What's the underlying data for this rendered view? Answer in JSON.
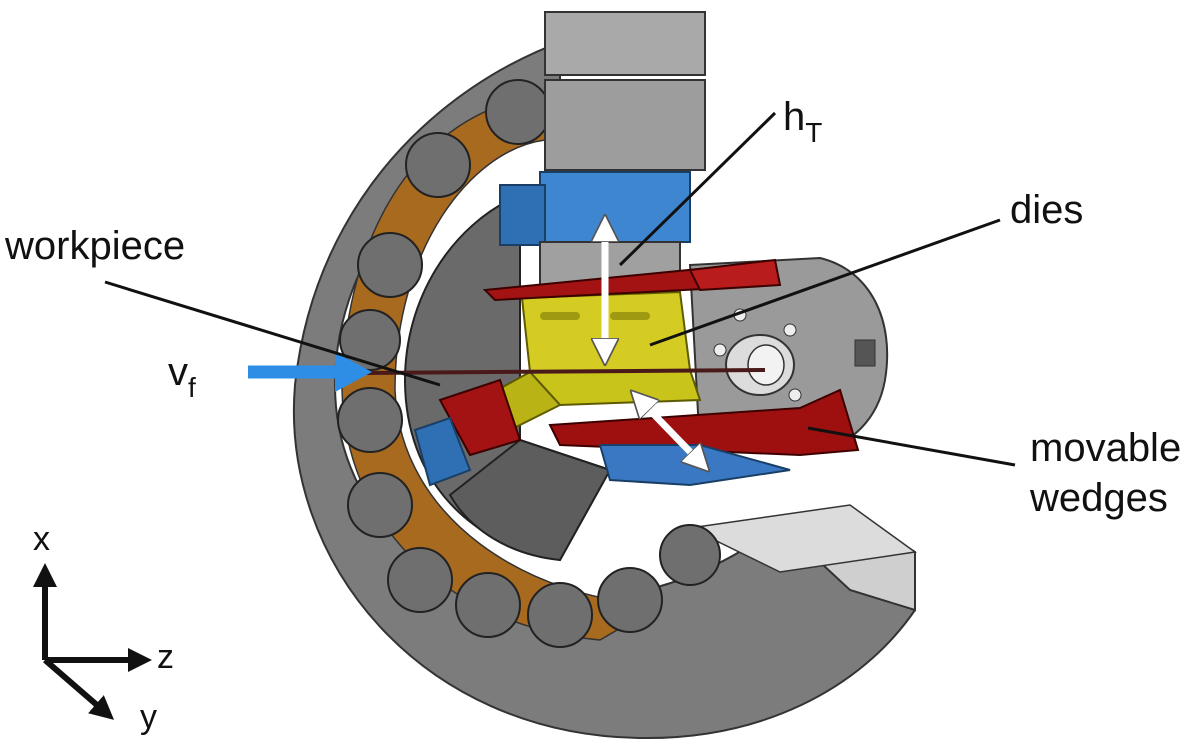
{
  "labels": {
    "h_main": "h",
    "h_sub": "T",
    "dies": "dies",
    "workpiece": "workpiece",
    "v_main": "v",
    "v_sub": "f",
    "movable": "movable",
    "wedges": "wedges"
  },
  "axes": {
    "x": "x",
    "z": "z",
    "y": "y"
  },
  "colors": {
    "housing": "#808080",
    "housing_dark": "#5a5a5a",
    "housing_light": "#b8b8b8",
    "rollers": "#6f6f6f",
    "cage": "#a86a1e",
    "backing_block": "#3f86d0",
    "die": "#c9c41a",
    "wedge": "#9e1010",
    "feed_arrow": "#2e8ee6",
    "white_arrow": "#ffffff"
  }
}
